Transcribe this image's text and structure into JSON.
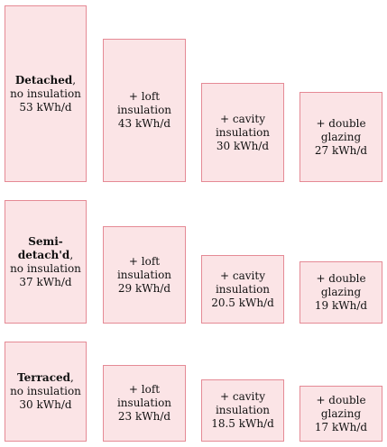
{
  "rows": [
    {
      "house_type": "Detached",
      "base_label": "no insulation",
      "base_value": "53 kWh/d",
      "steps": [
        {
          "line1": "+ loft",
          "line2": "insulation",
          "value": "43 kWh/d"
        },
        {
          "line1": "+ cavity",
          "line2": "insulation",
          "value": "30 kWh/d"
        },
        {
          "line1": "+ double",
          "line2": "glazing",
          "value": "27 kWh/d"
        }
      ]
    },
    {
      "house_type": "Semi-detach'd",
      "base_label": "no insulation",
      "base_value": "37 kWh/d",
      "steps": [
        {
          "line1": "+ loft",
          "line2": "insulation",
          "value": "29 kWh/d"
        },
        {
          "line1": "+ cavity",
          "line2": "insulation",
          "value": "20.5 kWh/d"
        },
        {
          "line1": "+ double",
          "line2": "glazing",
          "value": "19 kWh/d"
        }
      ]
    },
    {
      "house_type": "Terraced",
      "base_label": "no insulation",
      "base_value": "30 kWh/d",
      "steps": [
        {
          "line1": "+ loft",
          "line2": "insulation",
          "value": "23 kWh/d"
        },
        {
          "line1": "+ cavity",
          "line2": "insulation",
          "value": "18.5 kWh/d"
        },
        {
          "line1": "+ double",
          "line2": "glazing",
          "value": "17 kWh/d"
        }
      ]
    }
  ],
  "colors": {
    "box_fill": "#fbe4e6",
    "box_border": "#e58a95",
    "text": "#111111"
  }
}
